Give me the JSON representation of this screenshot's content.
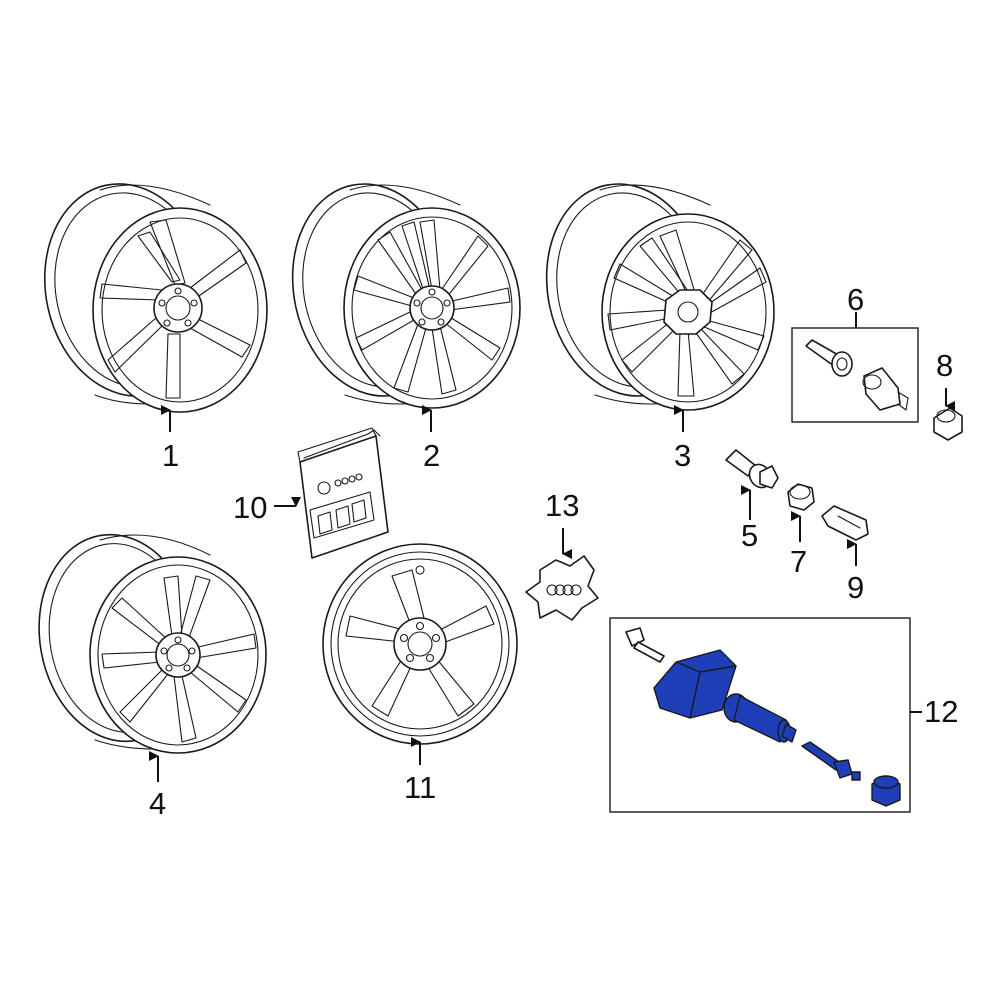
{
  "callouts": {
    "c1": "1",
    "c2": "2",
    "c3": "3",
    "c4": "4",
    "c5": "5",
    "c6": "6",
    "c7": "7",
    "c8": "8",
    "c9": "9",
    "c10": "10",
    "c11": "11",
    "c12": "12",
    "c13": "13"
  },
  "colors": {
    "highlight": "#1f3fb8",
    "highlight_dark": "#142a85",
    "line": "#1a1a1a"
  },
  "parts": {
    "wheel_1": "seven-spoke-twin-wheel",
    "wheel_2": "ten-spoke-wheel",
    "wheel_3": "multi-spoke-wheel",
    "wheel_4": "five-double-spoke-wheel",
    "wheel_11": "five-spoke-spare-wheel",
    "item_5": "valve-stem",
    "item_6": "valve-stem-kit",
    "item_7": "valve-cap",
    "item_8": "valve-cap",
    "item_9": "valve-clip",
    "item_10": "touch-up-kit",
    "item_12": "tpms-sensor-kit",
    "item_13": "center-cap"
  }
}
